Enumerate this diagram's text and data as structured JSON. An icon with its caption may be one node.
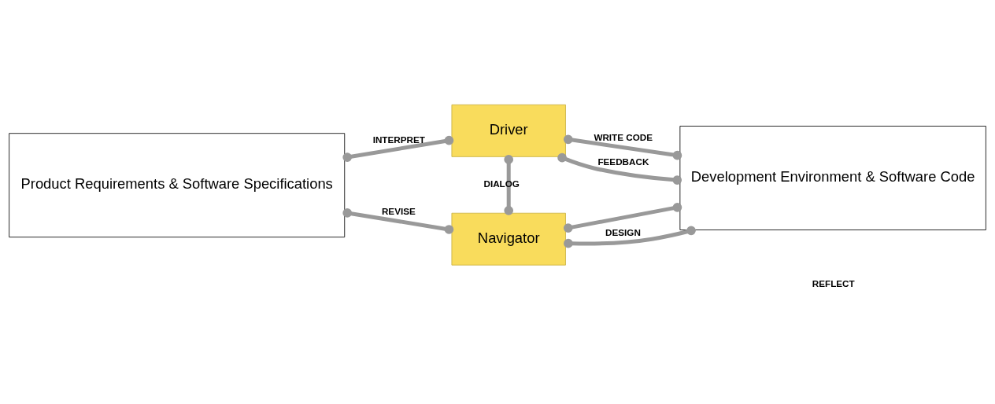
{
  "diagram": {
    "nodes": [
      {
        "text": [
          "Product Requirements & Software Specifications"
        ]
      },
      {
        "text": [
          "Driver"
        ]
      },
      {
        "text": [
          "Navigator"
        ]
      },
      {
        "text": [
          "Development Environment & Software Code"
        ]
      }
    ],
    "edges": [
      {
        "from": 0,
        "to": 1,
        "arrow": "other",
        "label": "INTERPRET"
      },
      {
        "from": 0,
        "to": 2,
        "arrow": "other",
        "label": "REVISE"
      },
      {
        "from": 1,
        "to": 2,
        "arrow": "other",
        "label": "DIALOG"
      },
      {
        "from": 1,
        "to": 3,
        "arrow": "other",
        "label": "WRITE CODE"
      },
      {
        "from": 1,
        "to": 3,
        "arrow": "other",
        "label": "FEEDBACK"
      },
      {
        "from": 2,
        "to": 3,
        "arrow": "other"
      },
      {
        "from": 2,
        "to": 3,
        "arrow": "other",
        "label": "DESIGN"
      }
    ],
    "labels": [
      "REFLECT"
    ]
  }
}
